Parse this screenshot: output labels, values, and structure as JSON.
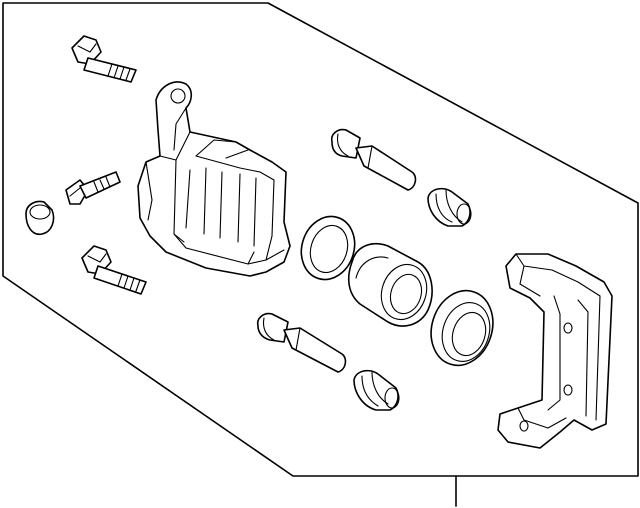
{
  "diagram": {
    "parts": [
      {
        "id": "guide-bolt-upper",
        "icon": "bolt-icon"
      },
      {
        "id": "guide-bolt-lower",
        "icon": "bolt-icon"
      },
      {
        "id": "bleeder-screw",
        "icon": "bleeder-icon"
      },
      {
        "id": "bleeder-cap",
        "icon": "cap-icon"
      },
      {
        "id": "caliper-housing",
        "icon": "caliper-icon"
      },
      {
        "id": "guide-pin-upper",
        "icon": "pin-icon"
      },
      {
        "id": "guide-pin-lower",
        "icon": "pin-icon"
      },
      {
        "id": "pin-boot-upper",
        "icon": "boot-icon"
      },
      {
        "id": "pin-boot-lower",
        "icon": "boot-icon"
      },
      {
        "id": "piston-seal",
        "icon": "seal-icon"
      },
      {
        "id": "piston",
        "icon": "piston-icon"
      },
      {
        "id": "dust-boot",
        "icon": "boot-icon"
      },
      {
        "id": "caliper-bracket",
        "icon": "bracket-icon"
      }
    ]
  }
}
